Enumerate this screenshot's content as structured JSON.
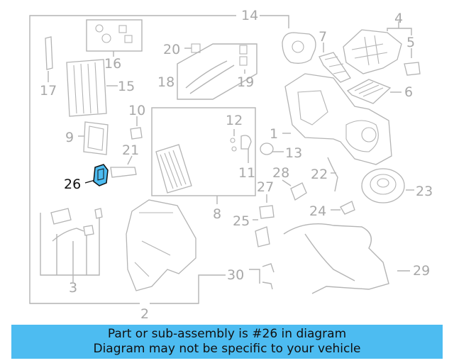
{
  "callouts": {
    "c1": "1",
    "c2": "2",
    "c3": "3",
    "c4": "4",
    "c5": "5",
    "c6": "6",
    "c7": "7",
    "c8": "8",
    "c9": "9",
    "c10": "10",
    "c11": "11",
    "c12": "12",
    "c13": "13",
    "c14": "14",
    "c15": "15",
    "c16": "16",
    "c17": "17",
    "c18": "18",
    "c19": "19",
    "c20": "20",
    "c21": "21",
    "c22": "22",
    "c23": "23",
    "c24": "24",
    "c25": "25",
    "c26": "26",
    "c27": "27",
    "c28": "28",
    "c29": "29",
    "c30": "30"
  },
  "highlight": {
    "part_number": "26",
    "color": "#4dbcf1"
  },
  "banner": {
    "line1": "Part or sub-assembly is #26 in diagram",
    "line2": "Diagram may not be specific to your vehicle",
    "color": "#4dbcf1"
  }
}
